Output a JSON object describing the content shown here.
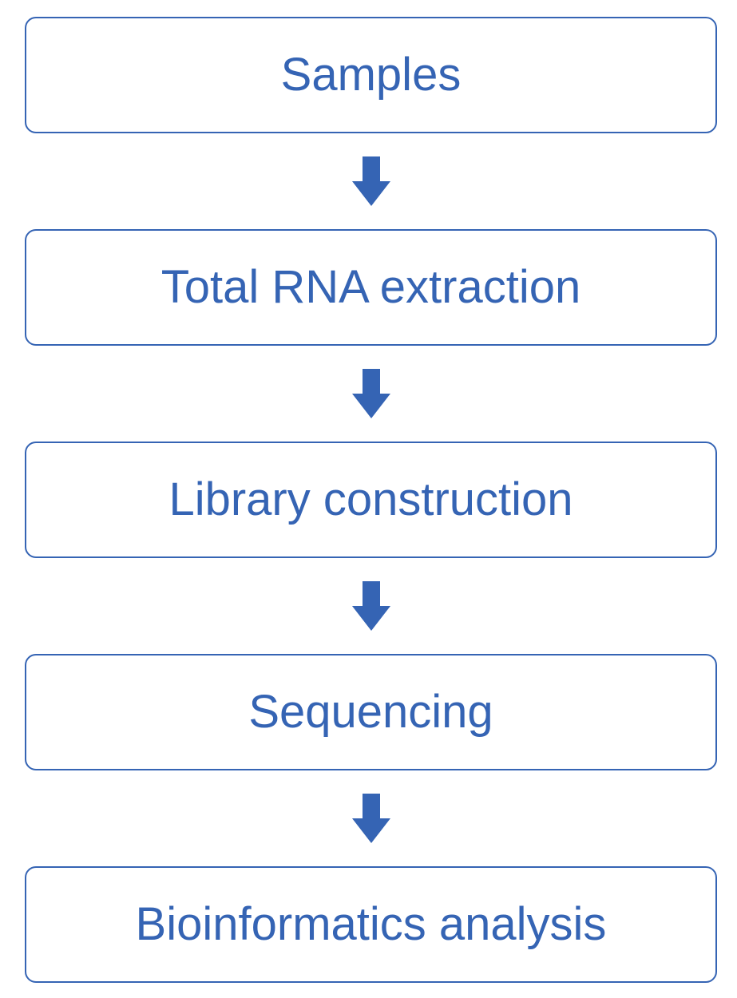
{
  "colors": {
    "accent": "#3564b4",
    "background": "#ffffff"
  },
  "flowchart": {
    "steps": [
      {
        "label": "Samples"
      },
      {
        "label": "Total RNA extraction"
      },
      {
        "label": "Library construction"
      },
      {
        "label": "Sequencing"
      },
      {
        "label": "Bioinformatics analysis"
      }
    ],
    "connector_icon": "down-arrow-icon"
  }
}
